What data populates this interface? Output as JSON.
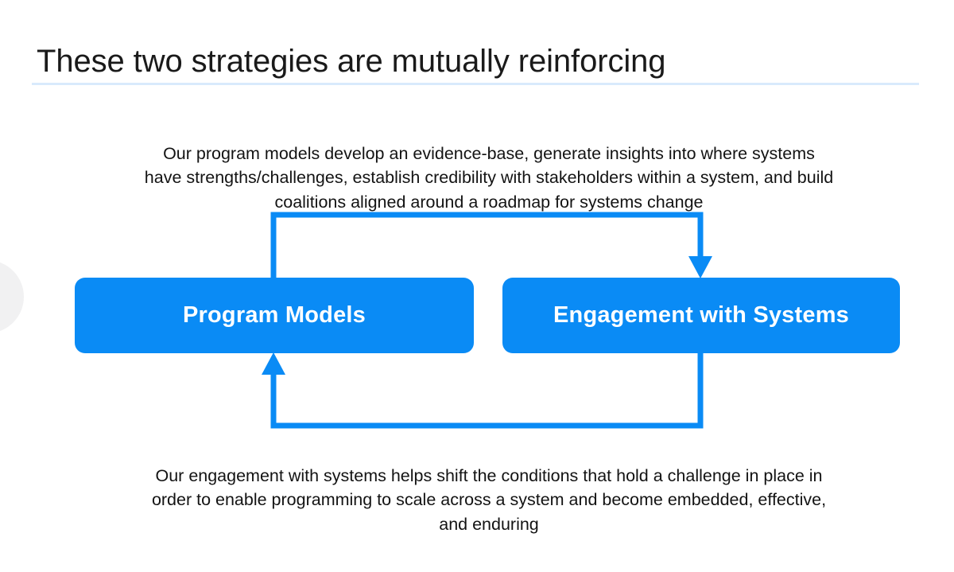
{
  "slide": {
    "title": "These two strategies are mutually reinforcing",
    "background_color": "#ffffff",
    "accent_color": "#0a8bf5",
    "rule_color": "#d9eafc",
    "text_color": "#131313"
  },
  "body": {
    "top_paragraph": "Our program models develop an evidence-base, generate insights into where systems have strengths/challenges, establish credibility with stakeholders within a system, and build coalitions aligned around a roadmap for systems change",
    "bottom_paragraph": "Our engagement with systems helps shift the conditions that hold a challenge in place in order to enable programming to scale across a system and become embedded, effective, and enduring"
  },
  "diagram": {
    "boxes": [
      {
        "id": "program-models",
        "label": "Program Models"
      },
      {
        "id": "engagement-systems",
        "label": "Engagement with Systems"
      }
    ],
    "connectors": [
      {
        "id": "program-models-to-engagement-systems",
        "from": "Program Models",
        "to": "Engagement with Systems",
        "direction": "top-loop-right",
        "color": "#0a8bf5"
      },
      {
        "id": "engagement-systems-to-program-models",
        "from": "Engagement with Systems",
        "to": "Program Models",
        "direction": "bottom-loop-left",
        "color": "#0a8bf5"
      }
    ]
  }
}
